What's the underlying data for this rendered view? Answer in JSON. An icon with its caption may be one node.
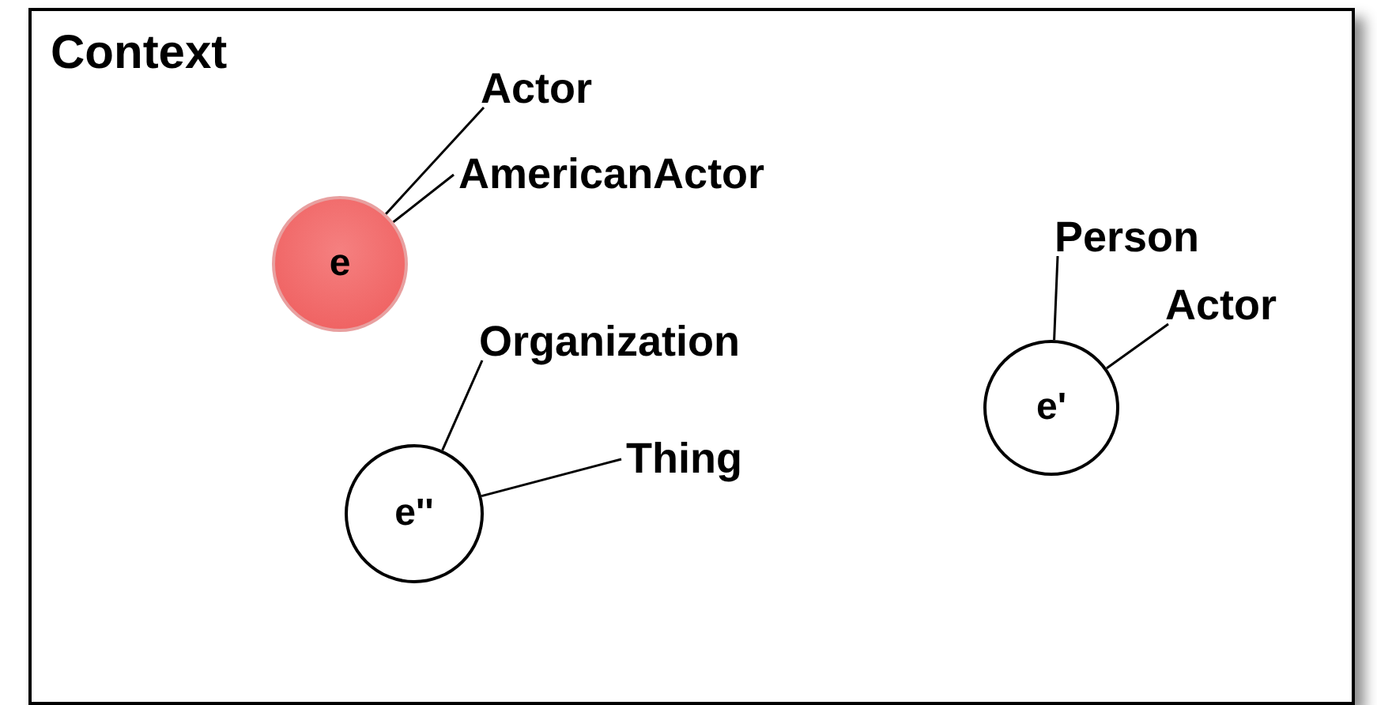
{
  "diagram": {
    "nodes": [
      {
        "text": [
          "Context"
        ]
      },
      {
        "text": [
          "e"
        ],
        "in": 0
      },
      {
        "text": [
          "Actor"
        ],
        "in": 0
      },
      {
        "text": [
          "AmericanActor"
        ],
        "in": 0
      },
      {
        "text": [
          "Person"
        ],
        "in": 0
      },
      {
        "text": [
          "Actor"
        ],
        "in": 0
      },
      {
        "text": [
          "e'"
        ],
        "in": 0
      },
      {
        "text": [
          "Organization"
        ],
        "in": 0
      },
      {
        "text": [
          "Thing"
        ],
        "in": 0
      },
      {
        "text": [
          "e''"
        ],
        "in": 0
      }
    ],
    "edges": [
      {
        "from": 2,
        "to": 1,
        "arrow": "none"
      },
      {
        "from": 3,
        "to": 1,
        "arrow": "none"
      },
      {
        "from": 4,
        "to": 6,
        "arrow": "none"
      },
      {
        "from": 5,
        "to": 6,
        "arrow": "none"
      },
      {
        "from": 7,
        "to": 9,
        "arrow": "none"
      },
      {
        "from": 8,
        "to": 9,
        "arrow": "none"
      }
    ]
  }
}
